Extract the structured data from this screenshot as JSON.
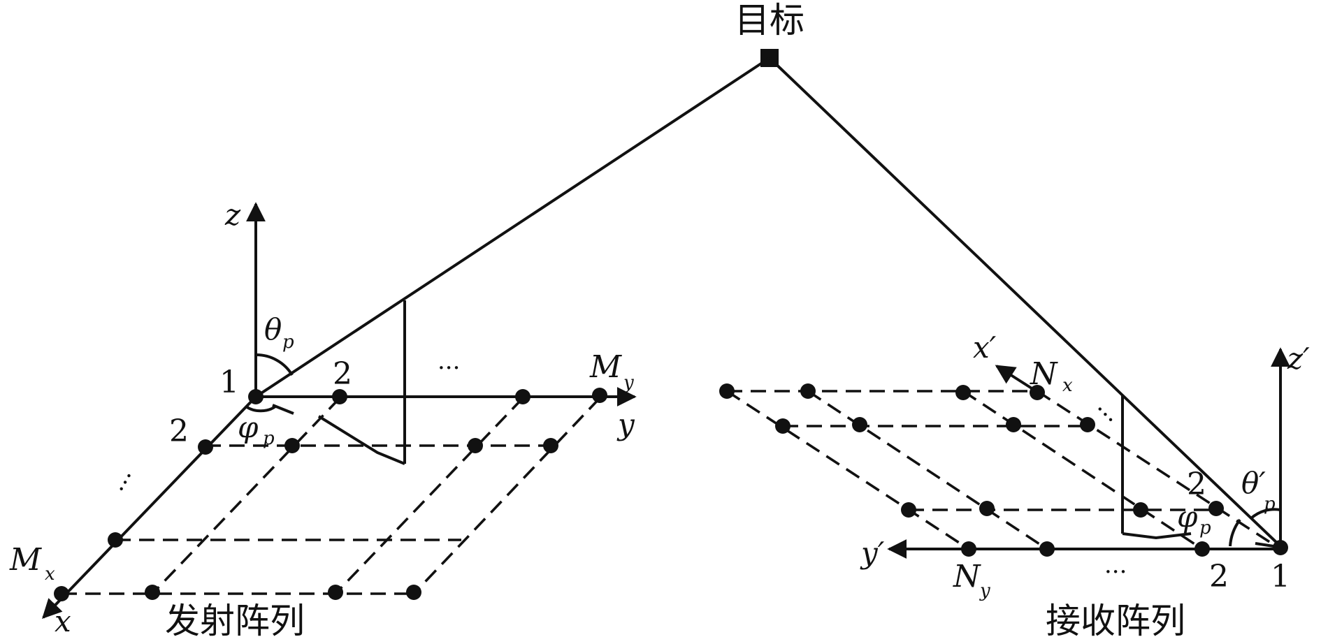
{
  "labels": {
    "target": "目标",
    "tx_array": "发射阵列",
    "rx_array": "接收阵列",
    "tx_axis_z": "z",
    "tx_axis_x": "x",
    "tx_axis_y": "y",
    "tx_theta": "θ",
    "tx_theta_sub": "p",
    "tx_phi": "φ",
    "tx_phi_sub": "p",
    "tx_origin": "1",
    "tx_y2": "2",
    "tx_y_dots": "···",
    "tx_My": "M",
    "tx_My_sub": "y",
    "tx_x2": "2",
    "tx_x_dots": "···",
    "tx_Mx": "M",
    "tx_Mx_sub": "x",
    "rx_axis_z": "z′",
    "rx_axis_x": "x′",
    "rx_axis_y": "y′",
    "rx_theta": "θ′",
    "rx_theta_sub": "p",
    "rx_phi": "φ",
    "rx_phi_sub": "p",
    "rx_origin": "1",
    "rx_y2": "2",
    "rx_y_dots": "···",
    "rx_Ny": "N",
    "rx_Ny_sub": "y",
    "rx_x2": "2",
    "rx_x_dots": "···",
    "rx_Nx": "N",
    "rx_Nx_sub": "x"
  }
}
